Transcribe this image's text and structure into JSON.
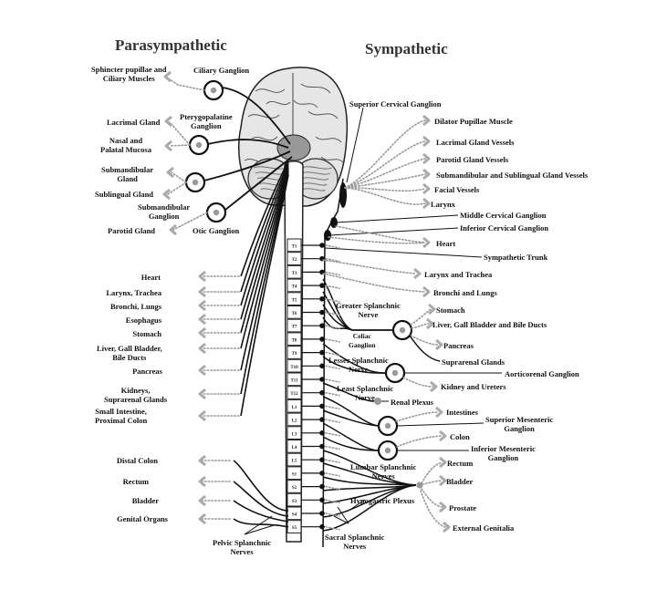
{
  "headings": {
    "left": "Parasympathetic",
    "right": "Sympathetic"
  },
  "cranial": {
    "targets": [
      "Sphincter pupillae and\nCiliary Muscles",
      "Lacrimal Gland",
      "Nasal and\nPalatal Mucosa",
      "Submandibular\nGland",
      "Sublingual Gland",
      "Parotid Gland"
    ],
    "ganglia": [
      "Ciliary Ganglion",
      "Pterygopalatine\nGanglion",
      "Submandibular\nGanglion",
      "Otic Ganglion"
    ]
  },
  "vagal_targets": [
    "Heart",
    "Larynx, Trachea",
    "Bronchi, Lungs",
    "Esophagus",
    "Stomach",
    "Liver, Gall Bladder,\nBile Ducts",
    "Pancreas",
    "Kidneys,\nSuprarenal Glands",
    "Small Intestine,\nProximal Colon"
  ],
  "pelvic_targets": [
    "Distal Colon",
    "Rectum",
    "Bladder",
    "Genital Organs"
  ],
  "pelvic_nerve_label": "Pelvic Splanchnic\nNerves",
  "sympathetic": {
    "head_targets": [
      "Dilator Pupillae Muscle",
      "Lacrimal Gland Vessels",
      "Parotid Gland Vessels",
      "Submandibular and Sublingual Gland Vessels",
      "Facial Vessels",
      "Larynx"
    ],
    "cervical_ganglia": [
      "Superior Cervical Ganglion",
      "Middle Cervical Ganglion",
      "Inferior Cervical Ganglion"
    ],
    "heart": "Heart",
    "trunk": "Sympathetic Trunk",
    "thoracic_targets": [
      "Larynx and Trachea",
      "Bronchi and Lungs"
    ],
    "greater_splanchnic": "Greater Splanchnic\nNerve",
    "celiac_ganglion": "Celiac\nGanglion",
    "celiac_targets": [
      "Stomach",
      "Liver, Gall Bladder and Bile Ducts",
      "Pancreas",
      "Suprarenal Glands"
    ],
    "lesser_splanchnic": "Lesser Splanchnic\nNerve",
    "aorticorenal": "Aorticorenal Ganglion",
    "least_splanchnic": "Least Splanchnic\nNerve",
    "renal_plexus": "Renal Plexus",
    "kidney": "Kidney and Ureters",
    "intestines": "Intestines",
    "sup_mesenteric": "Superior Mesenteric\nGanglion",
    "colon": "Colon",
    "inf_mesenteric": "Inferior Mesenteric\nGanglion",
    "lumbar_splanchnic": "Lumbar Splanchnic\nNerves",
    "pelvic_targets": [
      "Rectum",
      "Bladder",
      "Prostate",
      "External Genitalia"
    ],
    "hypogastric": "Hypogastric Plexus",
    "sacral_splanchnic": "Sacral Splanchnic\nNerves"
  },
  "vertebrae": [
    "T1",
    "T2",
    "T3",
    "T4",
    "T5",
    "T6",
    "T7",
    "T8",
    "T9",
    "T10",
    "T11",
    "T12",
    "L1",
    "L2",
    "L3",
    "L4",
    "L5",
    "S1",
    "S2",
    "S3",
    "S4",
    "S5"
  ]
}
